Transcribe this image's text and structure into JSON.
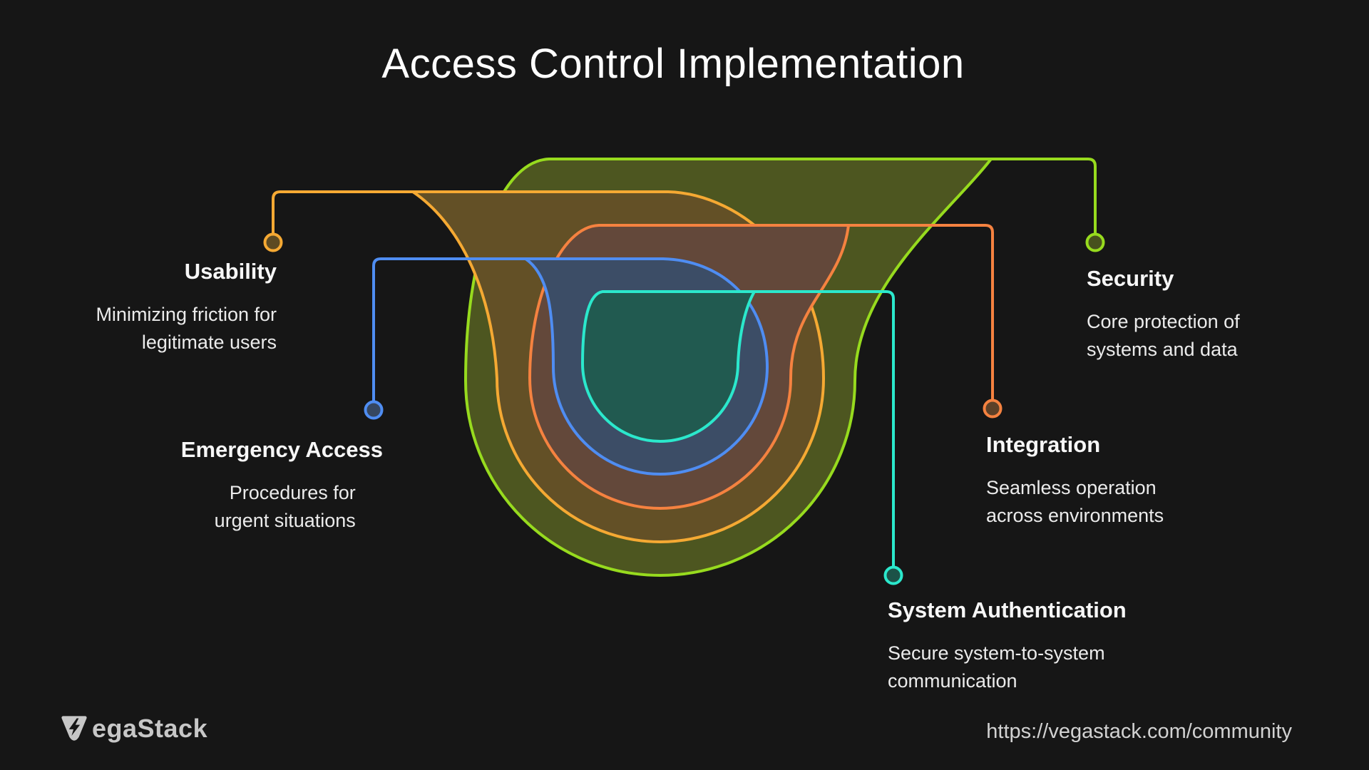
{
  "page": {
    "title": "Access Control Implementation",
    "background": "#161616"
  },
  "callouts": [
    {
      "id": "usability",
      "title": "Usability",
      "desc": "Minimizing friction for legitimate users",
      "color": "#f5a933",
      "ring_fill": "#635026",
      "marker_fill": "#5d4a22",
      "side": "left"
    },
    {
      "id": "emergency-access",
      "title": "Emergency Access",
      "desc": "Procedures for urgent situations",
      "color": "#4f8df2",
      "ring_fill": "#3c4d66",
      "marker_fill": "#364760",
      "side": "left"
    },
    {
      "id": "security",
      "title": "Security",
      "desc": "Core protection of systems and data",
      "color": "#97db1e",
      "ring_fill": "#4d5620",
      "marker_fill": "#47511d",
      "side": "right"
    },
    {
      "id": "integration",
      "title": "Integration",
      "desc": "Seamless operation across environments",
      "color": "#f58240",
      "ring_fill": "#63483a",
      "marker_fill": "#5d4128",
      "side": "right"
    },
    {
      "id": "system-authentication",
      "title": "System Authentication",
      "desc": "Secure system-to-system communication",
      "color": "#2be8cc",
      "ring_fill": "#215a50",
      "marker_fill": "#1c5248",
      "side": "right"
    }
  ],
  "footer": {
    "brand": "VegaStack",
    "url": "https://vegastack.com/community"
  }
}
